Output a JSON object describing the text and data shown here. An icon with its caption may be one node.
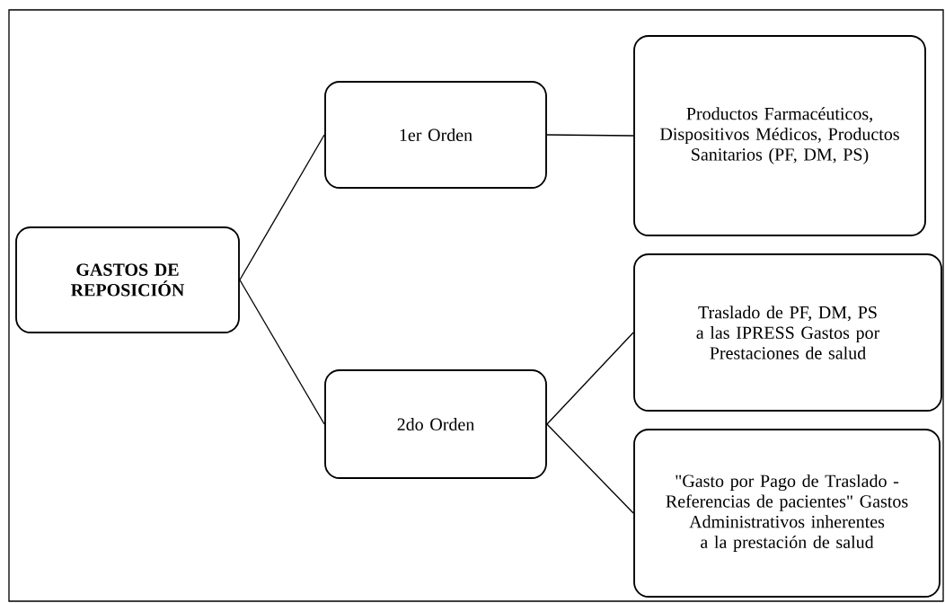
{
  "diagram": {
    "nodes": [
      {
        "text": [
          "GASTOS DE REPOSICIÓN"
        ]
      },
      {
        "text": [
          "1er Orden"
        ]
      },
      {
        "text": [
          "Productos Farmacéuticos, Dispositivos Médicos, Productos Sanitarios (PF, DM, PS)"
        ]
      },
      {
        "text": [
          "2do Orden"
        ]
      },
      {
        "text": [
          "Traslado de PF, DM, PS a las IPRESS Gastos por Prestaciones de salud"
        ]
      },
      {
        "text": [
          "\"Gasto por Pago de Traslado - Referencias de pacientes\" Gastos Administrativos inherentes a la prestación de salud"
        ]
      }
    ],
    "edges": [
      {
        "from": 0,
        "to": 1,
        "arrow": "none"
      },
      {
        "from": 0,
        "to": 3,
        "arrow": "none"
      },
      {
        "from": 1,
        "to": 2,
        "arrow": "none"
      },
      {
        "from": 3,
        "to": 4,
        "arrow": "none"
      },
      {
        "from": 3,
        "to": 5,
        "arrow": "none"
      }
    ]
  }
}
